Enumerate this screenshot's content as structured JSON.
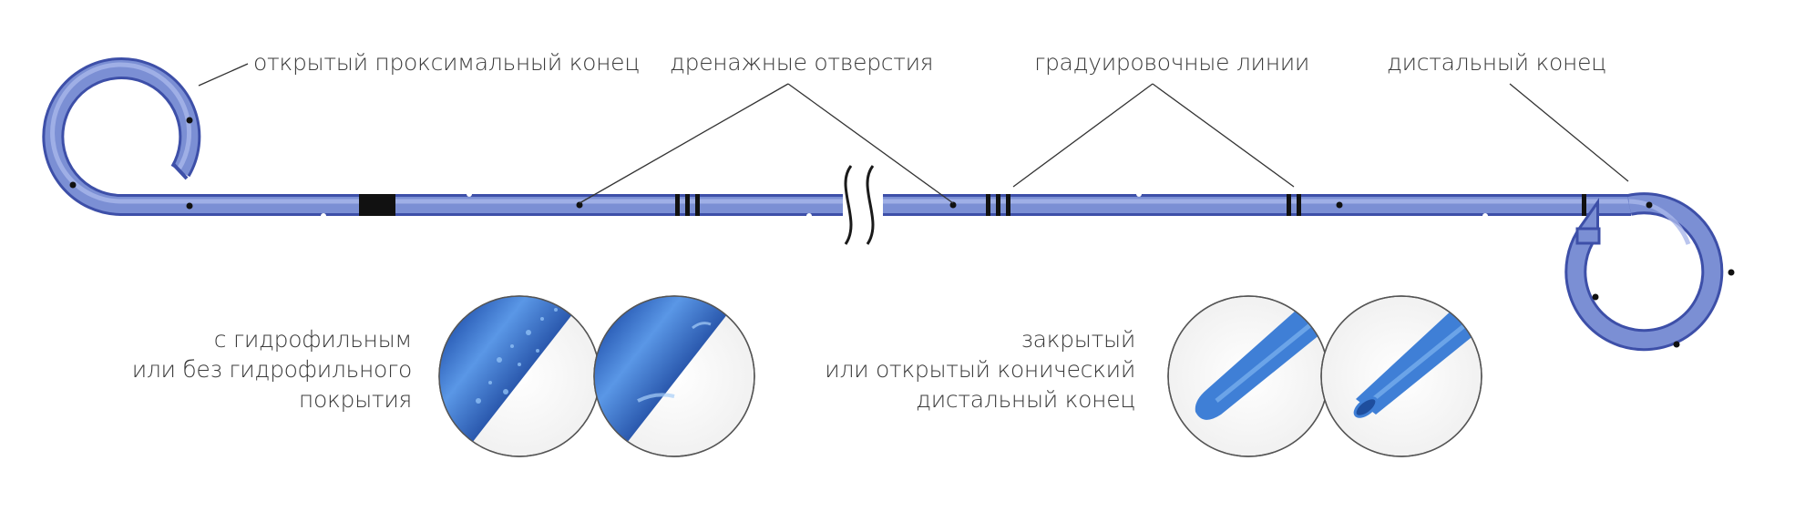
{
  "labels": {
    "proximal_end": "открытый проксимальный конец",
    "drainage_holes": "дренажные отверстия",
    "graduation_lines": "градуировочные линии",
    "distal_end": "дистальный конец"
  },
  "coating_caption": {
    "line1": "с гидрофильным",
    "line2": "или без гидрофильного",
    "line3": "покрытия"
  },
  "tip_caption": {
    "line1": "закрытый",
    "line2": "или открытый конический",
    "line3": "дистальный конец"
  },
  "colors": {
    "tube_fill": "#7b8fd4",
    "tube_stroke": "#3d4fa8",
    "tube_highlight": "#a9b7ea",
    "marker": "#111111",
    "leader_line": "#333333",
    "lens_blue": "#3f7fd6"
  }
}
